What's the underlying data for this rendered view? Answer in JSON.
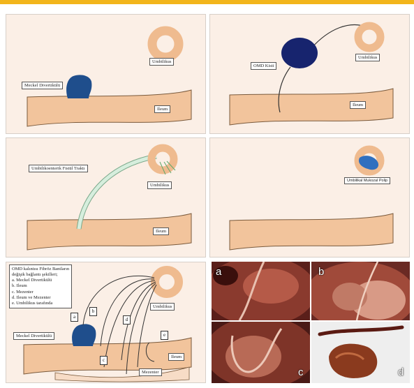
{
  "colors": {
    "accent_bar": "#f2b51c",
    "panel_bg": "#fbefe6",
    "intestine": "#f2c49c",
    "umbilicus_ring": "#efbb8f",
    "diverticulum": "#1f4e8c",
    "cyst": "#17246e",
    "fistula": "#d6eedd",
    "polyp": "#2f6fbf"
  },
  "panel1": {
    "umbilicus": "Umbilikus",
    "diverticulum": "Meckel Divertikülü",
    "intestine": "Ileum"
  },
  "panel2": {
    "umbilicus": "Umbilikus",
    "cyst": "OMD Kisti",
    "intestine": "Ileum"
  },
  "panel3": {
    "fistula": "Umbilikoenterik Fistül Traktı",
    "umbilicus": "Umbilikus",
    "intestine": "Ileum"
  },
  "panel4": {
    "polyp": "Umbilikal Mukozal Polip"
  },
  "panel5": {
    "note_lines": [
      "OMD kalıntısı Fibröz Bantların",
      "değişik bağlantı şekilleri;",
      "a. Meckel Divertikülü",
      "b. Ileum",
      "c. Mezenter",
      "d. Ileum ve Mezenter",
      "e. Umbilikus tarafında"
    ],
    "umbilicus": "Umbilikus",
    "diverticulum": "Meckel Divertikülü",
    "intestine": "Ileum",
    "mesentery": "Mezenter",
    "letters": [
      "a",
      "b",
      "c",
      "d",
      "e"
    ]
  },
  "photos": {
    "labels": [
      "a",
      "b",
      "c",
      "d"
    ]
  }
}
